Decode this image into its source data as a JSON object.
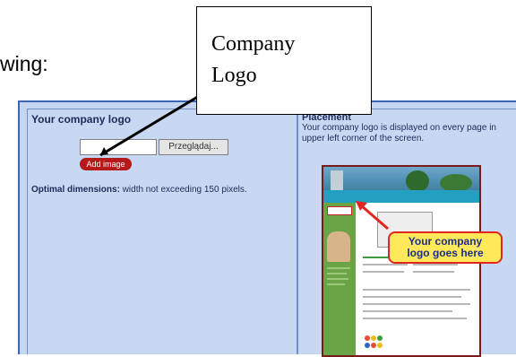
{
  "slide": {
    "partial_text": "wing:"
  },
  "callout_box": {
    "line1": "Company",
    "line2": "Logo"
  },
  "left_panel": {
    "heading": "Your company logo",
    "browse_label": "Przeglądaj...",
    "add_image_label": "Add image",
    "dims_bold": "Optimal dimensions:",
    "dims_text": " width not exceeding 150 pixels."
  },
  "right_panel": {
    "heading": "Placement",
    "description": "Your company logo is displayed on every page in upper left corner of the screen."
  },
  "preview_callout": {
    "line1": "Your company",
    "line2": "logo goes here"
  },
  "colors": {
    "panel_bg": "#c9d8f2",
    "border": "#3a66b8",
    "add_button": "#b51a1a",
    "callout_fill": "#ffe95a",
    "callout_border": "#e2261f"
  }
}
